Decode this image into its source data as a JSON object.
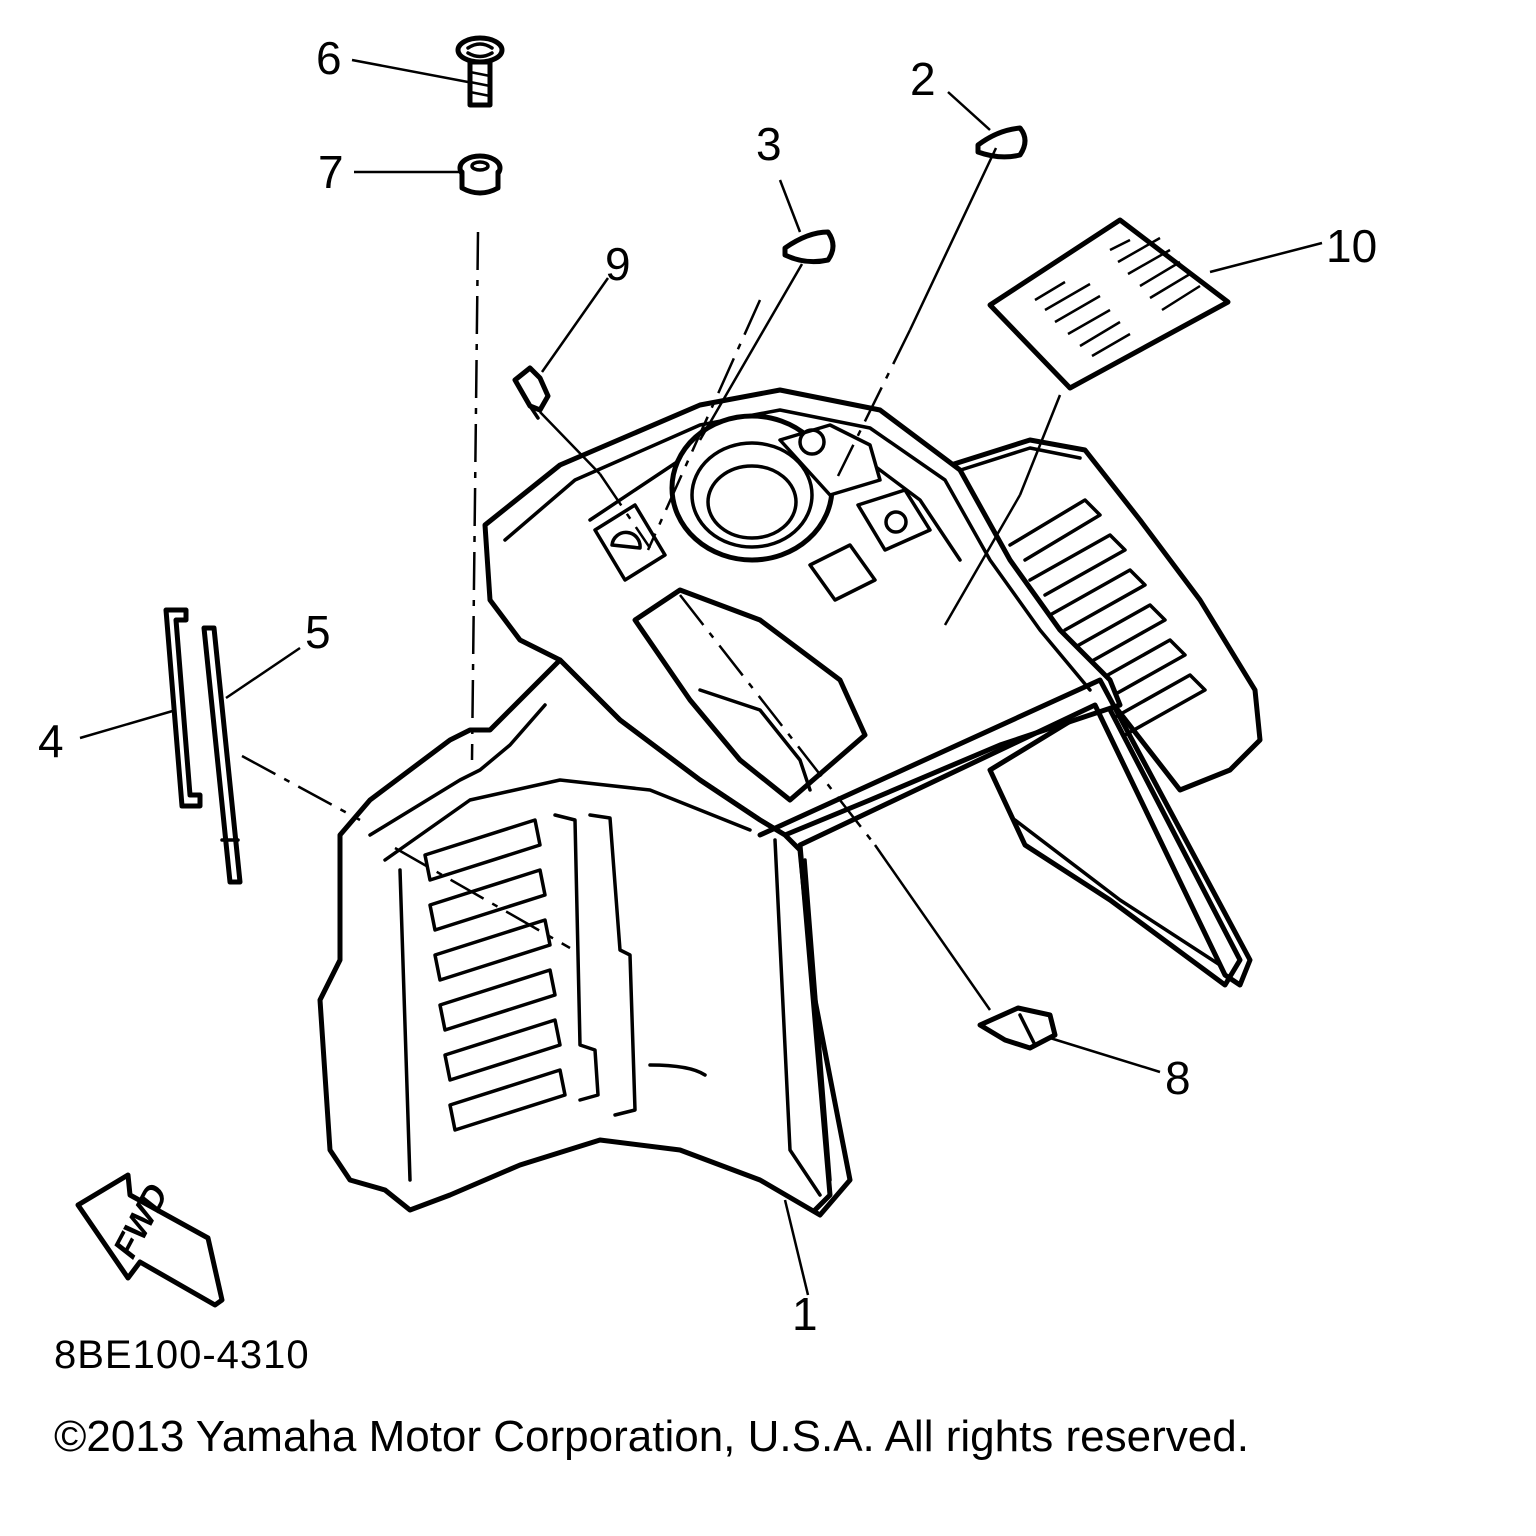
{
  "callouts": [
    {
      "id": "1",
      "label": "1"
    },
    {
      "id": "2",
      "label": "2"
    },
    {
      "id": "3",
      "label": "3"
    },
    {
      "id": "4",
      "label": "4"
    },
    {
      "id": "5",
      "label": "5"
    },
    {
      "id": "6",
      "label": "6"
    },
    {
      "id": "7",
      "label": "7"
    },
    {
      "id": "8",
      "label": "8"
    },
    {
      "id": "9",
      "label": "9"
    },
    {
      "id": "10",
      "label": "10"
    }
  ],
  "fwd_arrow": {
    "label": "FWD"
  },
  "diagram_code": "8BE100-4310",
  "copyright": "©2013 Yamaha Motor Corporation, U.S.A. All rights reserved."
}
